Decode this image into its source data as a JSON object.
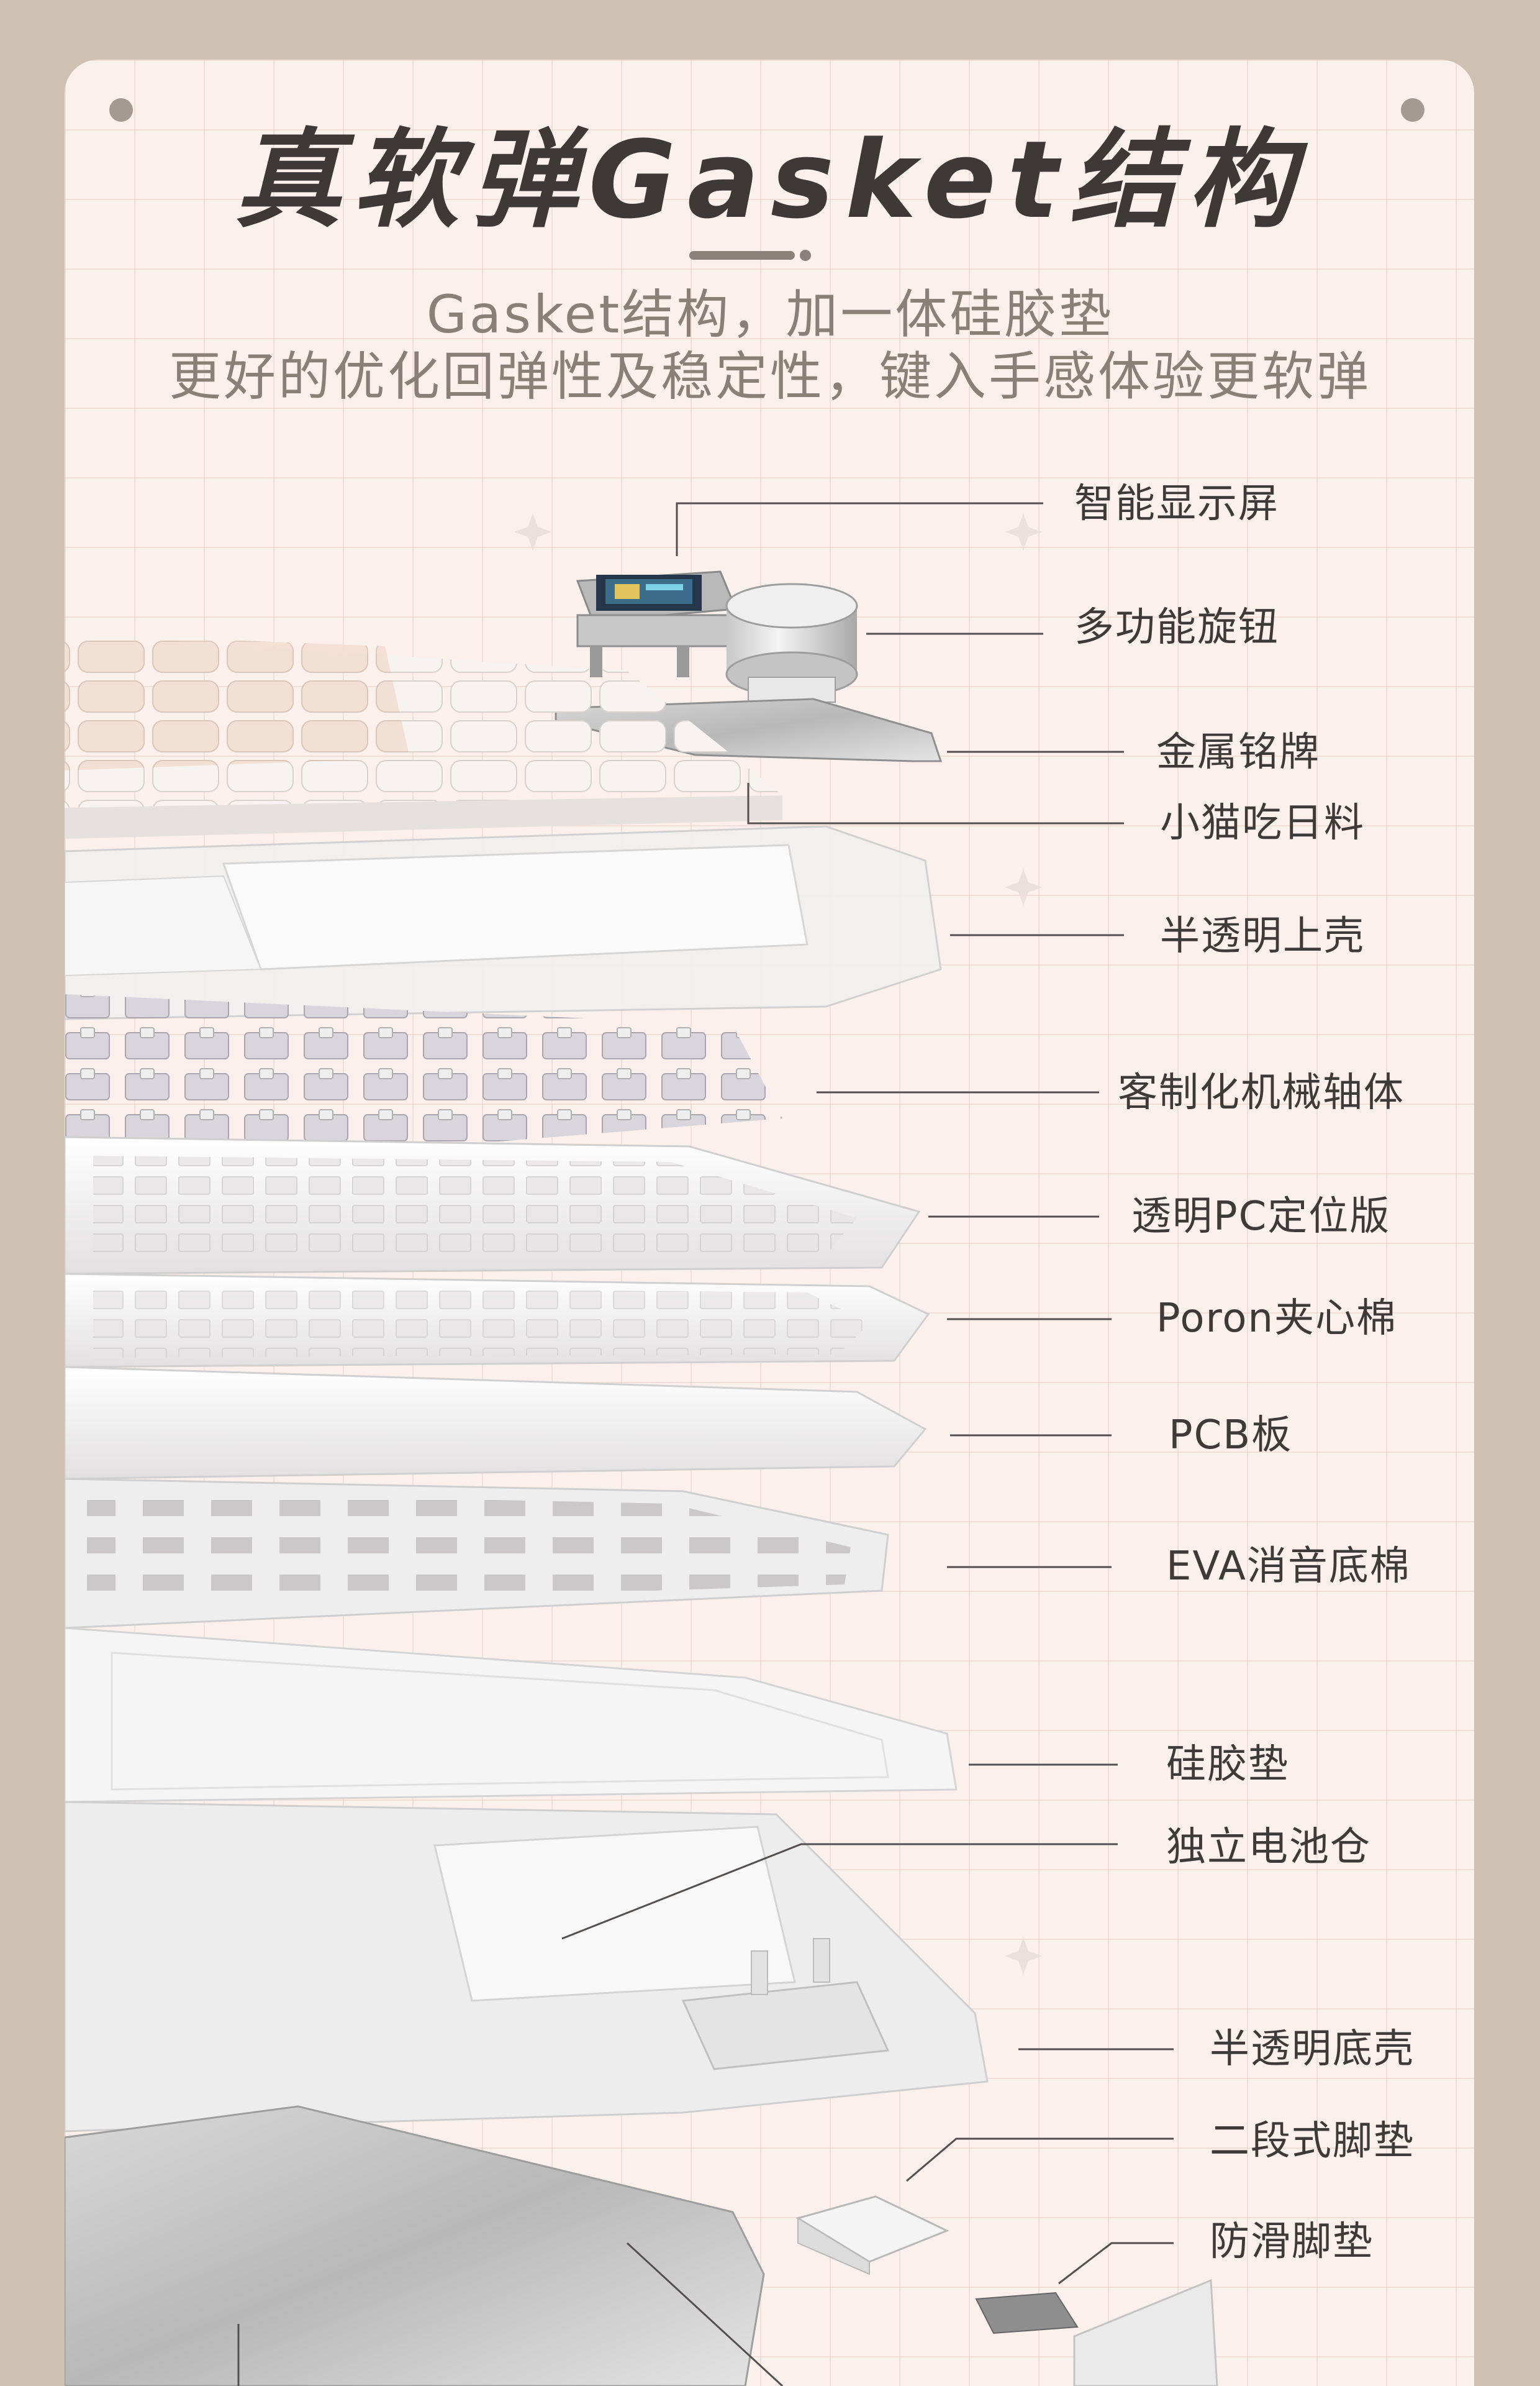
{
  "header": {
    "title": "真软弹Gasket结构",
    "subtitle_line1": "Gasket结构，加一体硅胶垫",
    "subtitle_line2": "更好的优化回弹性及稳定性，键入手感体验更软弹"
  },
  "parts": [
    {
      "label": "智能显示屏"
    },
    {
      "label": "多功能旋钮"
    },
    {
      "label": "金属铭牌"
    },
    {
      "label": "小猫吃日料"
    },
    {
      "label": "半透明上壳"
    },
    {
      "label": "客制化机械轴体"
    },
    {
      "label": "透明PC定位版"
    },
    {
      "label": "Poron夹心棉"
    },
    {
      "label": "PCB板"
    },
    {
      "label": "EVA消音底棉"
    },
    {
      "label": "硅胶垫"
    },
    {
      "label": "独立电池仓"
    },
    {
      "label": "半透明底壳"
    },
    {
      "label": "二段式脚垫"
    },
    {
      "label": "防滑脚垫"
    }
  ],
  "colors": {
    "background": "#cfc1b2",
    "card": "#fbf0eb",
    "title": "#3e3936",
    "subtitle": "#8a8078",
    "leader_line": "#555050"
  }
}
